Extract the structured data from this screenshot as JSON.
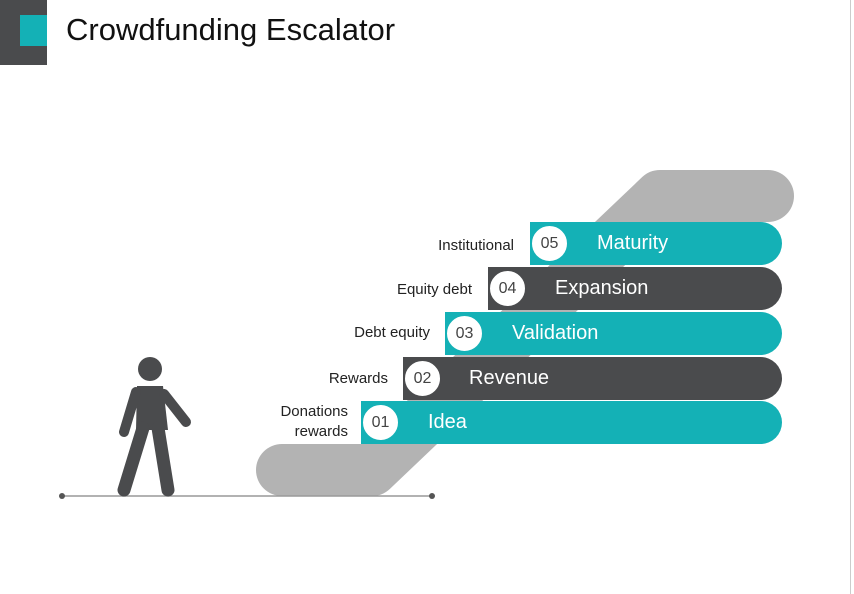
{
  "title": "Crowdfunding Escalator",
  "colors": {
    "teal": "#14b1b6",
    "dark": "#4a4b4d",
    "gray": "#b3b3b3"
  },
  "steps": [
    {
      "num": "01",
      "stage": "Idea",
      "funding": "Donations rewards"
    },
    {
      "num": "02",
      "stage": "Revenue",
      "funding": "Rewards"
    },
    {
      "num": "03",
      "stage": "Validation",
      "funding": "Debt equity"
    },
    {
      "num": "04",
      "stage": "Expansion",
      "funding": "Equity debt"
    },
    {
      "num": "05",
      "stage": "Maturity",
      "funding": "Institutional"
    }
  ]
}
